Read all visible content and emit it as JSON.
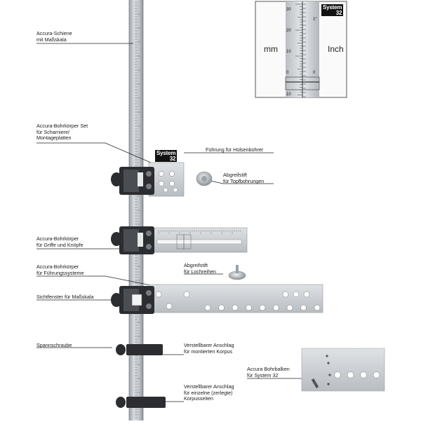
{
  "labels": {
    "rail": "Accura-Schiene\nmit Maßskala",
    "drill_body_set": "Accura-Bohrkörper Set\nfür Scharniere/\nMontageplatten",
    "sleeve_guide": "Führung für Hülsenbohrer",
    "pin_cup": "Abgreifstift\nfür Topfbohrungen",
    "drill_body_handles": "Accura-Bohrkörper\nfür Griffe und Knöpfe",
    "drill_body_guides": "Accura-Bohrkörper\nfür Führungssysteme",
    "pin_rows": "Abgreifstift\nfür Lochreihen",
    "sight_window": "Sichtfenster für Maßskala",
    "clamp_screw": "Spannschraube",
    "stop_mounted": "Verstellbarer Anschlag\nfür montierten Korpus",
    "drill_bar": "Accura Bohrbalken\nfür System 32",
    "stop_parts": "Verstellbarer Anschlag\nfür einzelne (zerlegte)\nKorpusseiten"
  },
  "badges": {
    "top": "System\n32",
    "mid": "System\n32"
  },
  "inset": {
    "unit_left": "mm",
    "unit_right": "Inch",
    "mm_ticks": [
      "30",
      "20",
      "10",
      "0",
      "10"
    ],
    "inch_ticks": [
      "1\"",
      "0"
    ]
  }
}
